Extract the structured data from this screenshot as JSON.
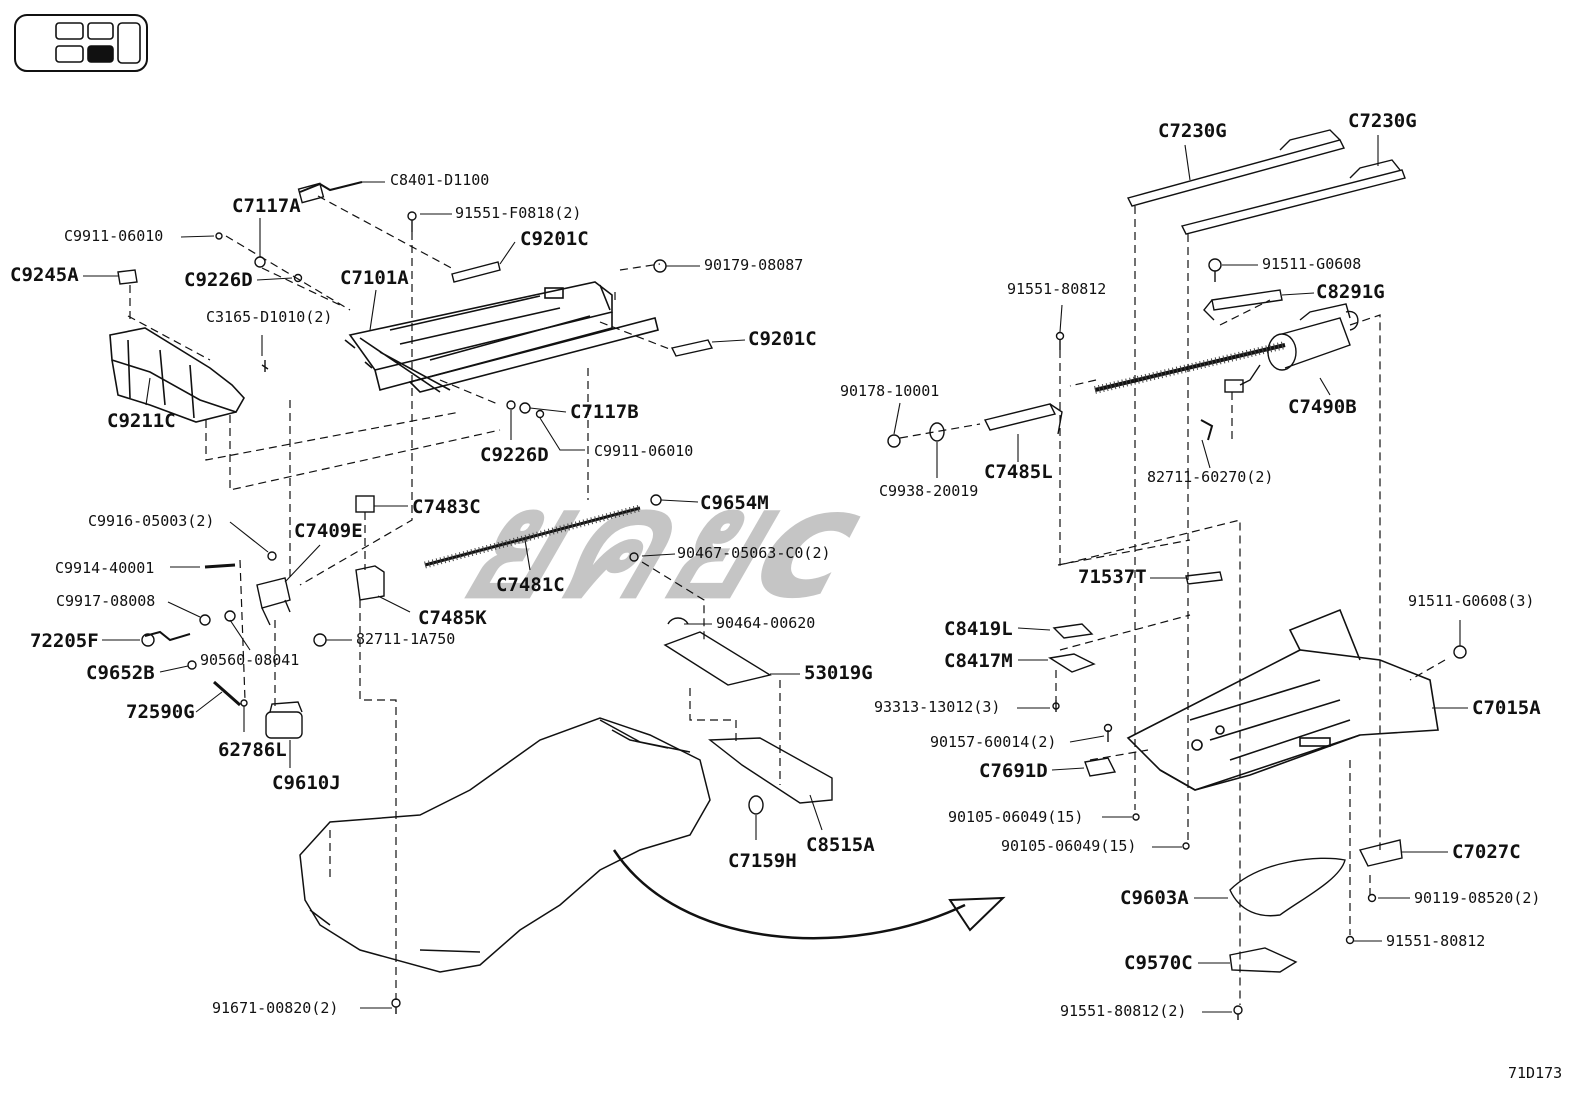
{
  "watermark": "ยคยc",
  "page_code": "71D173",
  "labels": {
    "c8401": "C8401-D1100",
    "c7117a": "C7117A",
    "p91551_f0818": "91551-F0818(2)",
    "c9911_a": "C9911-06010",
    "c9201c_a": "C9201C",
    "c9245a": "C9245A",
    "c9226d_a": "C9226D",
    "c7101a": "C7101A",
    "p90179": "90179-08087",
    "c3165": "C3165-D1010(2)",
    "c9201c_b": "C9201C",
    "c9211c": "C9211C",
    "c7117b": "C7117B",
    "c9226d_b": "C9226D",
    "c9911_b": "C9911-06010",
    "c9916": "C9916-05003(2)",
    "c7409e": "C7409E",
    "c7483c": "C7483C",
    "c9654m": "C9654M",
    "c9914": "C9914-40001",
    "p90467": "90467-05063-C0(2)",
    "c7481c": "C7481C",
    "c9917": "C9917-08008",
    "c7485k": "C7485K",
    "p72205f": "72205F",
    "p82711_1a750": "82711-1A750",
    "p90560": "90560-08041",
    "c9652b": "C9652B",
    "p90464": "90464-00620",
    "p53019g": "53019G",
    "p72590g": "72590G",
    "p62786l": "62786L",
    "c9610j": "C9610J",
    "c7159h": "C7159H",
    "c8515a": "C8515A",
    "p91671": "91671-00820(2)",
    "c7230g_a": "C7230G",
    "c7230g_b": "C7230G",
    "p91511_g0608": "91511-G0608",
    "p91551_80812_a": "91551-80812",
    "c8291g": "C8291G",
    "p90178": "90178-10001",
    "c7490b": "C7490B",
    "c7485l": "C7485L",
    "c9938": "C9938-20019",
    "p82711_60270": "82711-60270(2)",
    "p71537t": "71537T",
    "p91511_g0608_3": "91511-G0608(3)",
    "c8419l": "C8419L",
    "c8417m": "C8417M",
    "p93313": "93313-13012(3)",
    "c7015a": "C7015A",
    "p90157": "90157-60014(2)",
    "c7691d": "C7691D",
    "p90105_a": "90105-06049(15)",
    "p90105_b": "90105-06049(15)",
    "c7027c": "C7027C",
    "c9603a": "C9603A",
    "p90119": "90119-08520(2)",
    "p91551_80812_b": "91551-80812",
    "c9570c": "C9570C",
    "p91551_80812_c": "91551-80812(2)"
  }
}
